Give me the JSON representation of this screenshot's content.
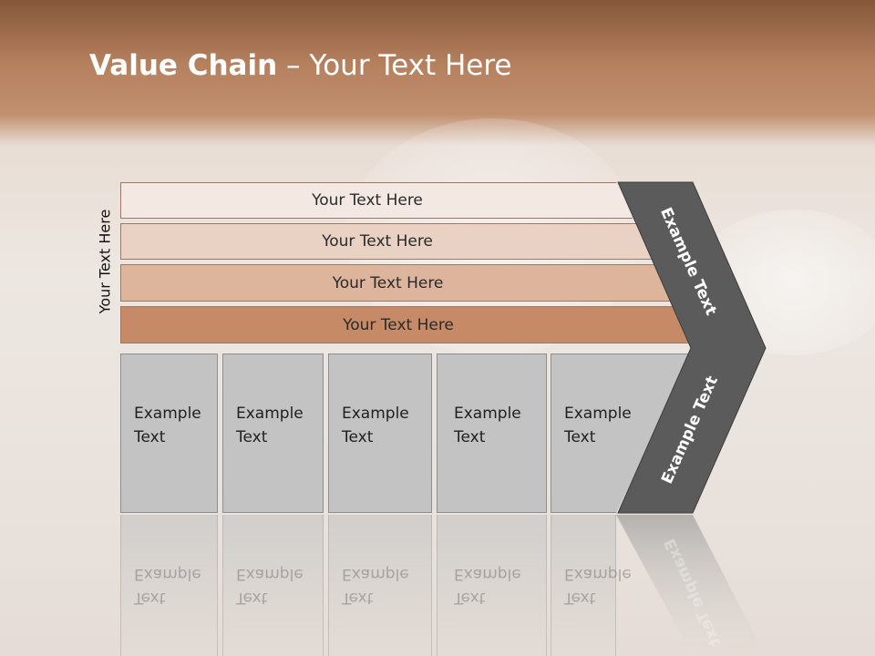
{
  "slide": {
    "title_bold": "Value Chain",
    "title_rest": " – Your Text Here",
    "side_label": "Your Text Here",
    "strips": [
      {
        "label": "Your Text Here",
        "color": "#f3e9e2"
      },
      {
        "label": "Your Text Here",
        "color": "#e9d1c3"
      },
      {
        "label": "Your Text Here",
        "color": "#ddb49c"
      },
      {
        "label": "Your Text Here",
        "color": "#c68a66"
      }
    ],
    "boxes": [
      {
        "line1": "Example",
        "line2": "Text"
      },
      {
        "line1": "Example",
        "line2": "Text"
      },
      {
        "line1": "Example",
        "line2": "Text"
      },
      {
        "line1": "Example",
        "line2": "Text"
      },
      {
        "line1": "Example",
        "line2": "Text"
      }
    ],
    "chevron_top_label": "Example Text",
    "chevron_bottom_label": "Example Text",
    "chevron_color": "#5b5b5b",
    "box_color": "#c3c3c3"
  }
}
